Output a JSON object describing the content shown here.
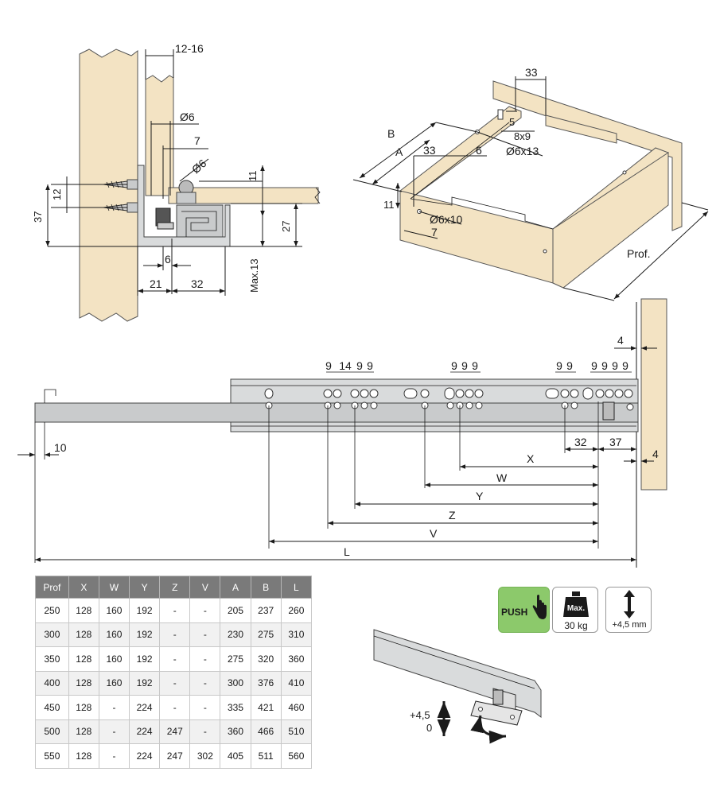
{
  "cross_section": {
    "dims": {
      "gap": "12-16",
      "dia_a": "Ø6",
      "off7": "7",
      "dia_b": "Ø6",
      "h11": "11",
      "h12": "12",
      "h37": "37",
      "h27": "27",
      "w6": "6",
      "w21": "21",
      "w32": "32",
      "max13": "Max.13"
    }
  },
  "iso_view": {
    "dims": {
      "d33_top": "33",
      "d5": "5",
      "slot": "8x9",
      "d6": "6",
      "dia13": "Ø6x13",
      "d33_side": "33",
      "B": "B",
      "A": "A",
      "d11": "11",
      "dia10": "Ø6x10",
      "d7": "7",
      "prof": "Prof."
    }
  },
  "slide_view": {
    "hole_groups": [
      {
        "label": "9149 9"
      },
      {
        "label": "999"
      },
      {
        "label": "9 9"
      },
      {
        "label": "9999"
      }
    ],
    "hole_labels": [
      "9",
      "14",
      "9",
      "9",
      "9",
      "9",
      "9",
      "9",
      "9",
      "9",
      "9",
      "9",
      "9"
    ],
    "dims": {
      "d4_top": "4",
      "d4_side": "4",
      "d10": "10",
      "d32": "32",
      "d37": "37",
      "X": "X",
      "W": "W",
      "Y": "Y",
      "Z": "Z",
      "V": "V",
      "L": "L"
    }
  },
  "table": {
    "headers": [
      "Prof",
      "X",
      "W",
      "Y",
      "Z",
      "V",
      "A",
      "B",
      "L"
    ],
    "rows": [
      [
        "250",
        "128",
        "160",
        "192",
        "-",
        "-",
        "205",
        "237",
        "260"
      ],
      [
        "300",
        "128",
        "160",
        "192",
        "-",
        "-",
        "230",
        "275",
        "310"
      ],
      [
        "350",
        "128",
        "160",
        "192",
        "-",
        "-",
        "275",
        "320",
        "360"
      ],
      [
        "400",
        "128",
        "160",
        "192",
        "-",
        "-",
        "300",
        "376",
        "410"
      ],
      [
        "450",
        "128",
        "-",
        "224",
        "-",
        "-",
        "335",
        "421",
        "460"
      ],
      [
        "500",
        "128",
        "-",
        "224",
        "247",
        "-",
        "360",
        "466",
        "510"
      ],
      [
        "550",
        "128",
        "-",
        "224",
        "247",
        "302",
        "405",
        "511",
        "560"
      ]
    ]
  },
  "badges": {
    "push": "PUSH",
    "max_tag": "Max.",
    "load": "30 kg",
    "adjust": "+4,5 mm"
  },
  "adjust_detail": {
    "plus": "+4,5",
    "zero": "0"
  },
  "colors": {
    "wood": "#f3e3c3",
    "metal": "#d9dbdc",
    "header_gray": "#7a7a7a",
    "push_green": "#8cc96b"
  }
}
